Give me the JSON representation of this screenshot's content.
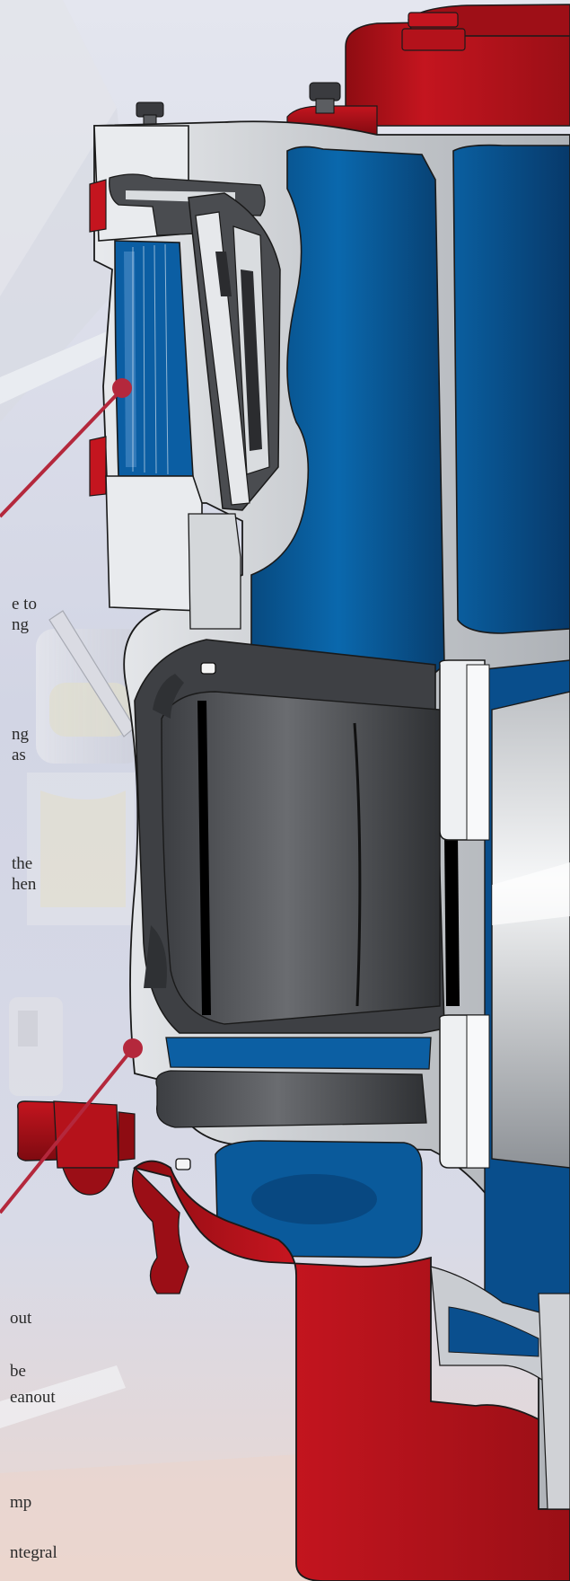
{
  "figure": {
    "type": "pump cutaway cross-section",
    "colors": {
      "housing_red": "#b5121b",
      "fluid_blue": "#0b5a97",
      "casting_gray": "#c9ccd1",
      "impeller_dark": "#4a4c50",
      "callout_line": "#b4283c",
      "background": "#d6d9e6"
    }
  },
  "callouts": [
    {
      "id": "upper",
      "text_fragments": [
        "e to",
        "ng",
        "ng",
        "as",
        "the",
        "hen"
      ]
    },
    {
      "id": "lower",
      "text_fragments": [
        "out",
        "be",
        "eanout",
        "mp",
        "ntegral"
      ]
    }
  ]
}
